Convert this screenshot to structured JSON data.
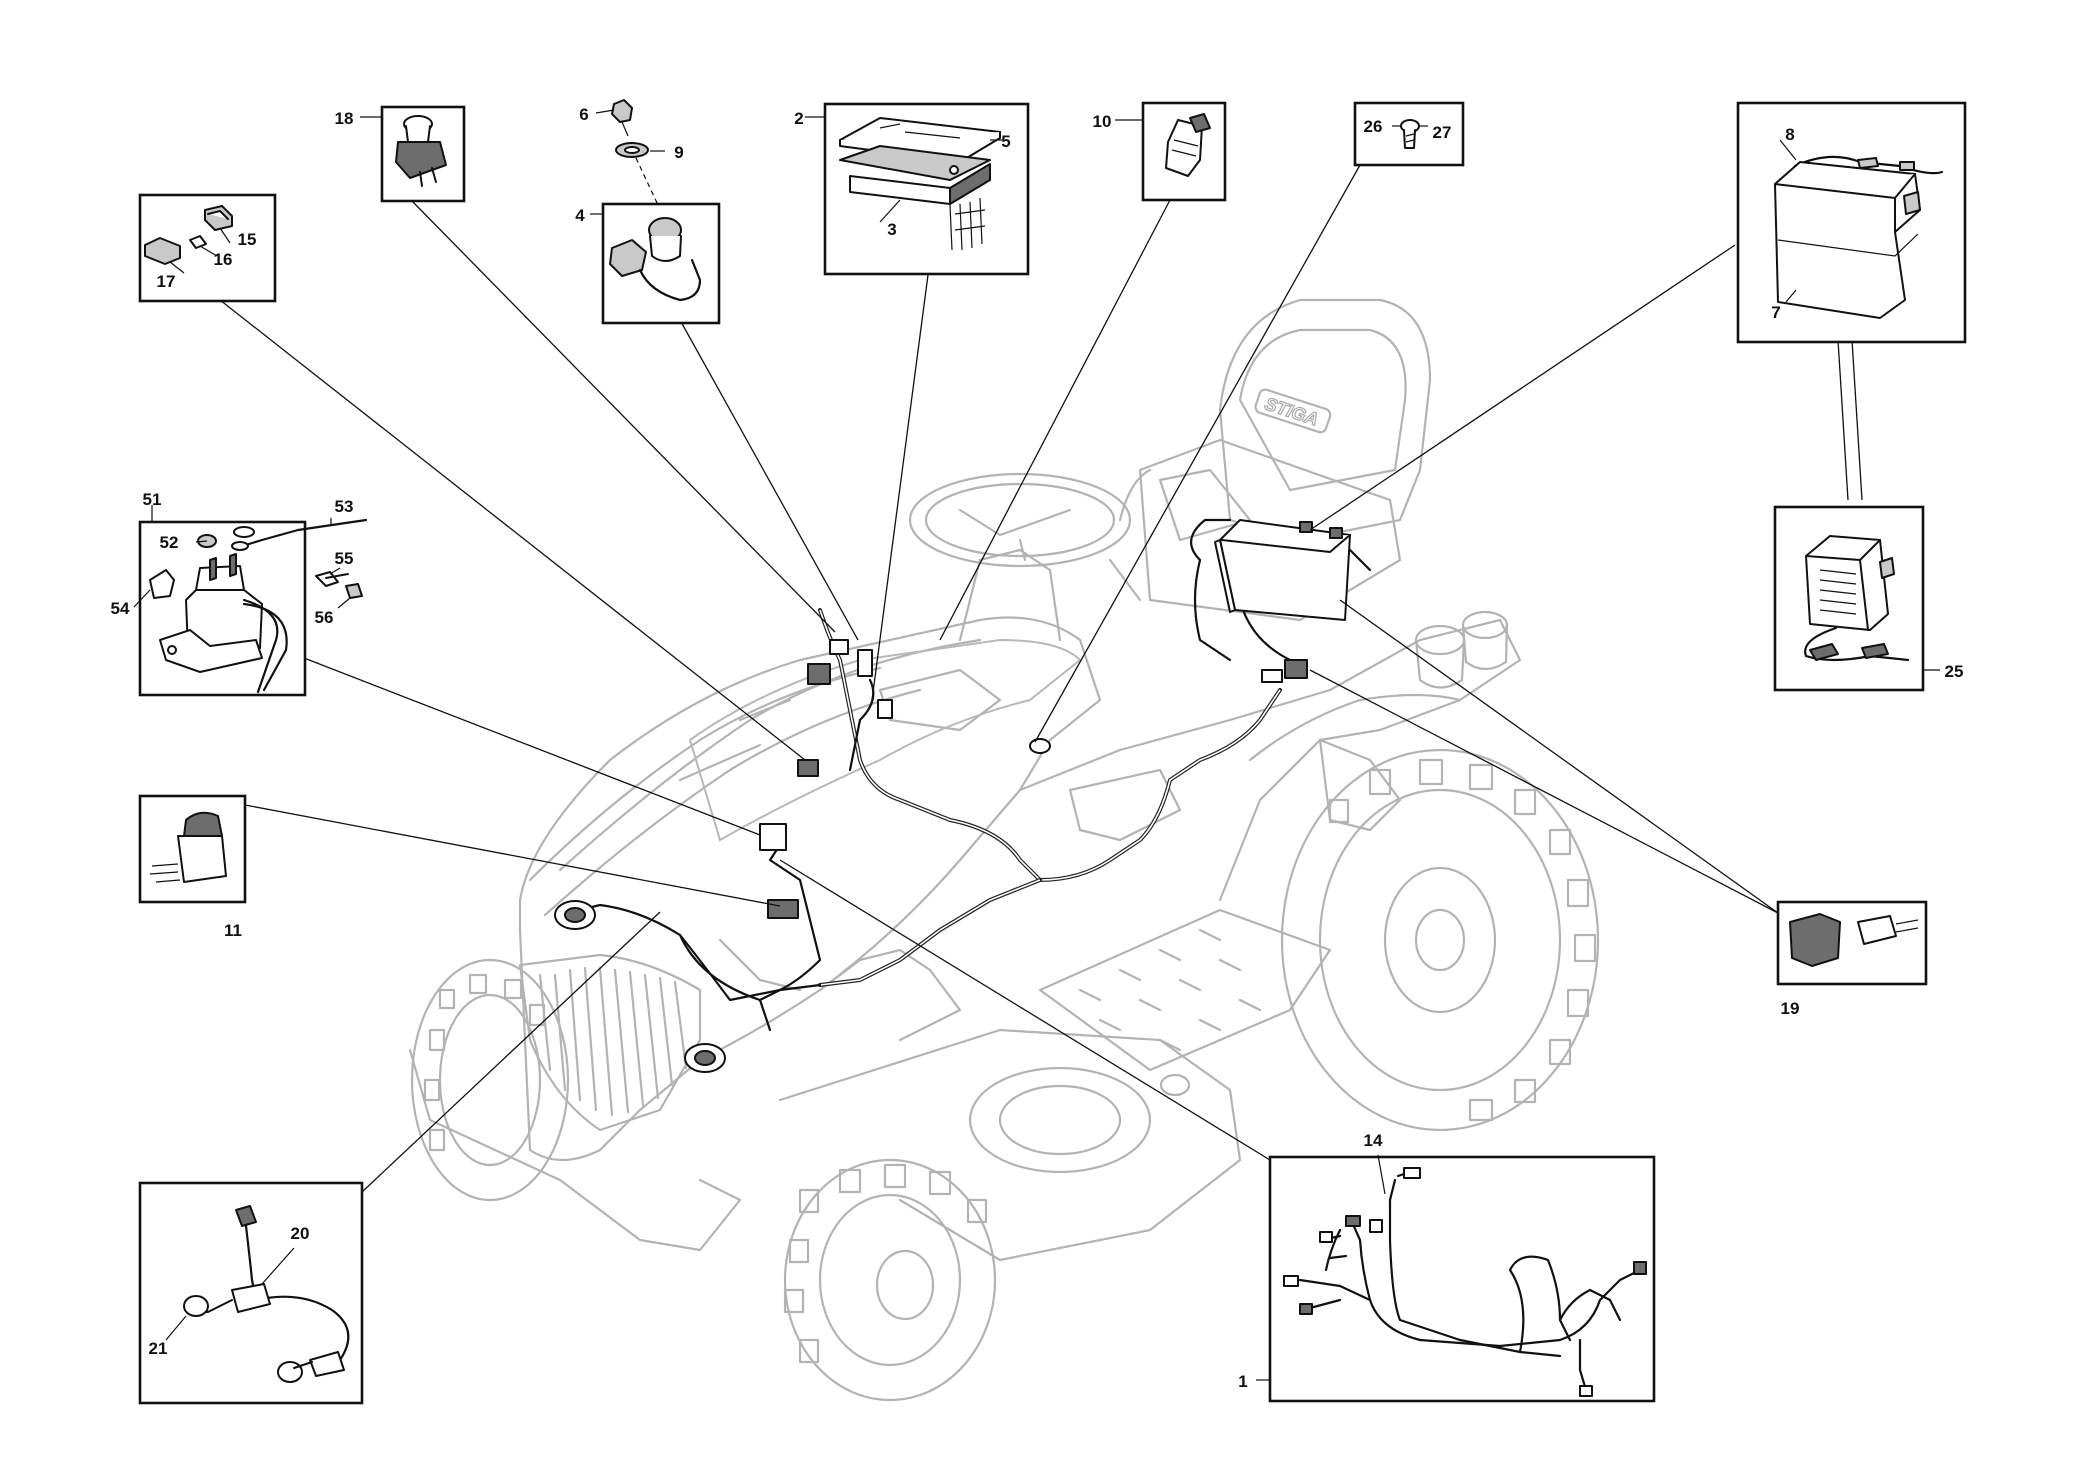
{
  "brand_logo_text": "STIGA",
  "callouts": {
    "c1": "1",
    "c2": "2",
    "c3": "3",
    "c4": "4",
    "c5": "5",
    "c6": "6",
    "c7": "7",
    "c8": "8",
    "c9": "9",
    "c10": "10",
    "c11": "11",
    "c14": "14",
    "c15": "15",
    "c16": "16",
    "c17": "17",
    "c18": "18",
    "c19": "19",
    "c20": "20",
    "c21": "21",
    "c25": "25",
    "c26": "26",
    "c27": "27",
    "c51": "51",
    "c52": "52",
    "c53": "53",
    "c54": "54",
    "c55": "55",
    "c56": "56"
  },
  "parts": [
    {
      "group": "fuse-set",
      "items": [
        "15",
        "16",
        "17"
      ]
    },
    {
      "group": "seat-switch",
      "items": [
        "18"
      ]
    },
    {
      "group": "ignition-switch",
      "items": [
        "4",
        "6",
        "9"
      ]
    },
    {
      "group": "control-board",
      "items": [
        "2",
        "3",
        "5"
      ]
    },
    {
      "group": "relay",
      "items": [
        "10"
      ]
    },
    {
      "group": "screw",
      "items": [
        "26",
        "27"
      ]
    },
    {
      "group": "battery",
      "items": [
        "7",
        "8"
      ]
    },
    {
      "group": "charger",
      "items": [
        "25"
      ]
    },
    {
      "group": "solenoid",
      "items": [
        "51",
        "52",
        "53",
        "54",
        "55",
        "56"
      ]
    },
    {
      "group": "switch",
      "items": [
        "11"
      ]
    },
    {
      "group": "connector",
      "items": [
        "19"
      ]
    },
    {
      "group": "headlight",
      "items": [
        "20",
        "21"
      ]
    },
    {
      "group": "wiring-harness",
      "items": [
        "1",
        "14"
      ]
    }
  ]
}
